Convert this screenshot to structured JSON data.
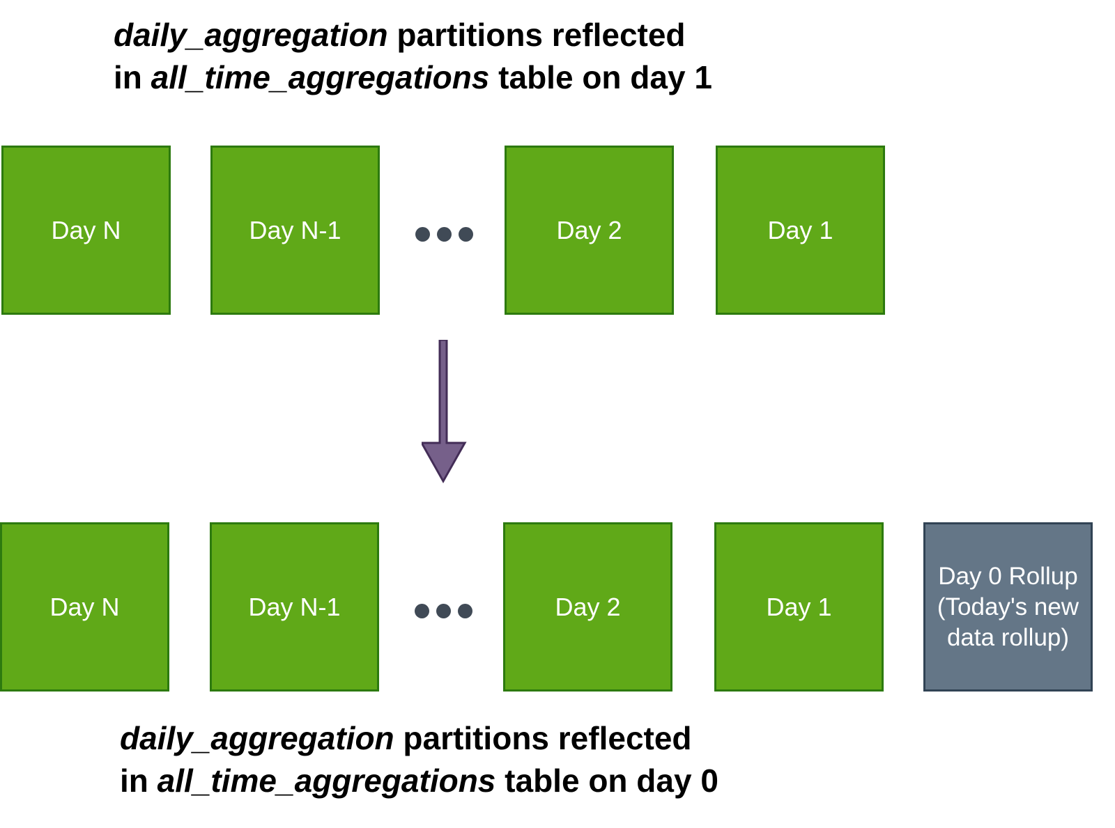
{
  "top_caption": {
    "line1_italic": "daily_aggregation",
    "line1_rest": " partitions reflected",
    "line2_prefix": "in ",
    "line2_italic": "all_time_aggregations",
    "line2_rest": " table on day 1"
  },
  "bottom_caption": {
    "line1_italic": "daily_aggregation",
    "line1_rest": " partitions reflected",
    "line2_prefix": "in ",
    "line2_italic": "all_time_aggregations",
    "line2_rest": " table on day 0"
  },
  "top_row": {
    "boxes": [
      "Day N",
      "Day N-1",
      "Day 2",
      "Day 1"
    ]
  },
  "bottom_row": {
    "boxes": [
      "Day N",
      "Day N-1",
      "Day 2",
      "Day 1"
    ],
    "rollup_box": "Day 0 Rollup\n(Today's new\ndata rollup)"
  },
  "colors": {
    "partition_fill": "#60a918",
    "partition_border": "#2d7a0f",
    "rollup_fill": "#647687",
    "rollup_border": "#314354",
    "arrow_fill": "#76608a",
    "arrow_stroke": "#432d57",
    "ellipsis_dots": "#404a56"
  }
}
